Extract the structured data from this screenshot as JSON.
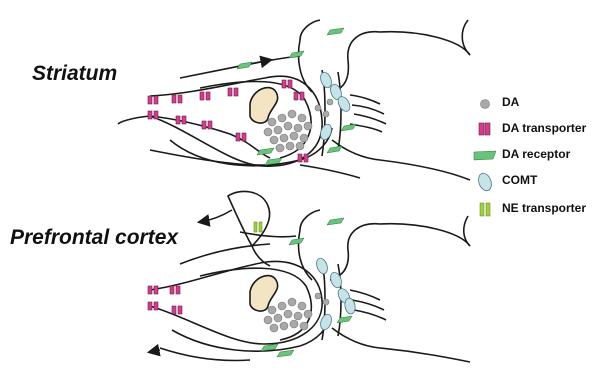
{
  "labels": {
    "striatum": "Striatum",
    "prefrontal": "Prefrontal cortex"
  },
  "legend": [
    {
      "icon": "da-molecule-icon",
      "label": "DA"
    },
    {
      "icon": "da-transporter-icon",
      "label": "DA transporter"
    },
    {
      "icon": "da-receptor-icon",
      "label": "DA receptor"
    },
    {
      "icon": "comt-enzyme-icon",
      "label": "COMT"
    },
    {
      "icon": "ne-transporter-icon",
      "label": "NE transporter"
    }
  ],
  "colors": {
    "da_molecule": "#a9a9a9",
    "da_transporter": "#d23d8e",
    "da_receptor": "#68c47a",
    "comt": "#c6e3e8",
    "ne_transporter": "#9fd13c",
    "vesicle": "#f3e5c3",
    "line": "#1a1a1a"
  }
}
